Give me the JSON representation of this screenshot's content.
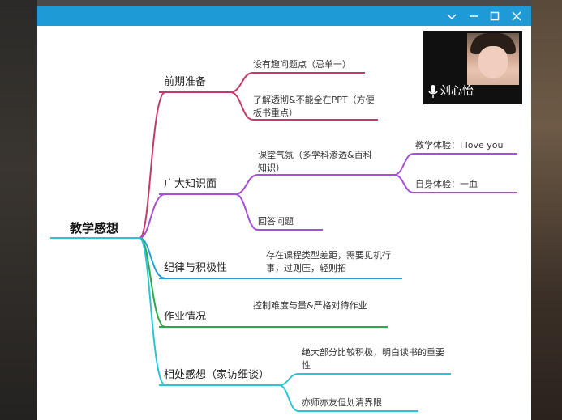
{
  "window": {
    "controls": [
      "chevron-down-icon",
      "minimize-icon",
      "maximize-icon",
      "close-icon"
    ],
    "accent_color": "#1e9ad6"
  },
  "video": {
    "participant_name": "刘心怡",
    "icon": "microphone-icon"
  },
  "mindmap": {
    "root": "教学感想",
    "branches": [
      {
        "label": "前期准备",
        "color": "#c23a6b",
        "items": [
          "设有趣问题点（忌单一）",
          "了解透彻&不能全在PPT（方便板书重点）"
        ]
      },
      {
        "label": "广大知识面",
        "color": "#a64fd6",
        "items": [
          "课堂气氛（多学科渗透&百科知识）",
          "回答问题"
        ],
        "subitems": [
          "教学体验：I love you",
          "自身体验：一血"
        ]
      },
      {
        "label": "纪律与积极性",
        "color": "#2a9fd6",
        "items": [
          "存在课程类型差距，需要见机行事，过则压，轻则拓"
        ]
      },
      {
        "label": "作业情况",
        "color": "#2aa84a",
        "items": [
          "控制难度与量&严格对待作业"
        ]
      },
      {
        "label": "相处感想（家访细谈）",
        "color": "#2ac4d6",
        "items": [
          "绝大部分比较积极，明白读书的重要性",
          "亦师亦友但划清界限"
        ]
      }
    ]
  }
}
